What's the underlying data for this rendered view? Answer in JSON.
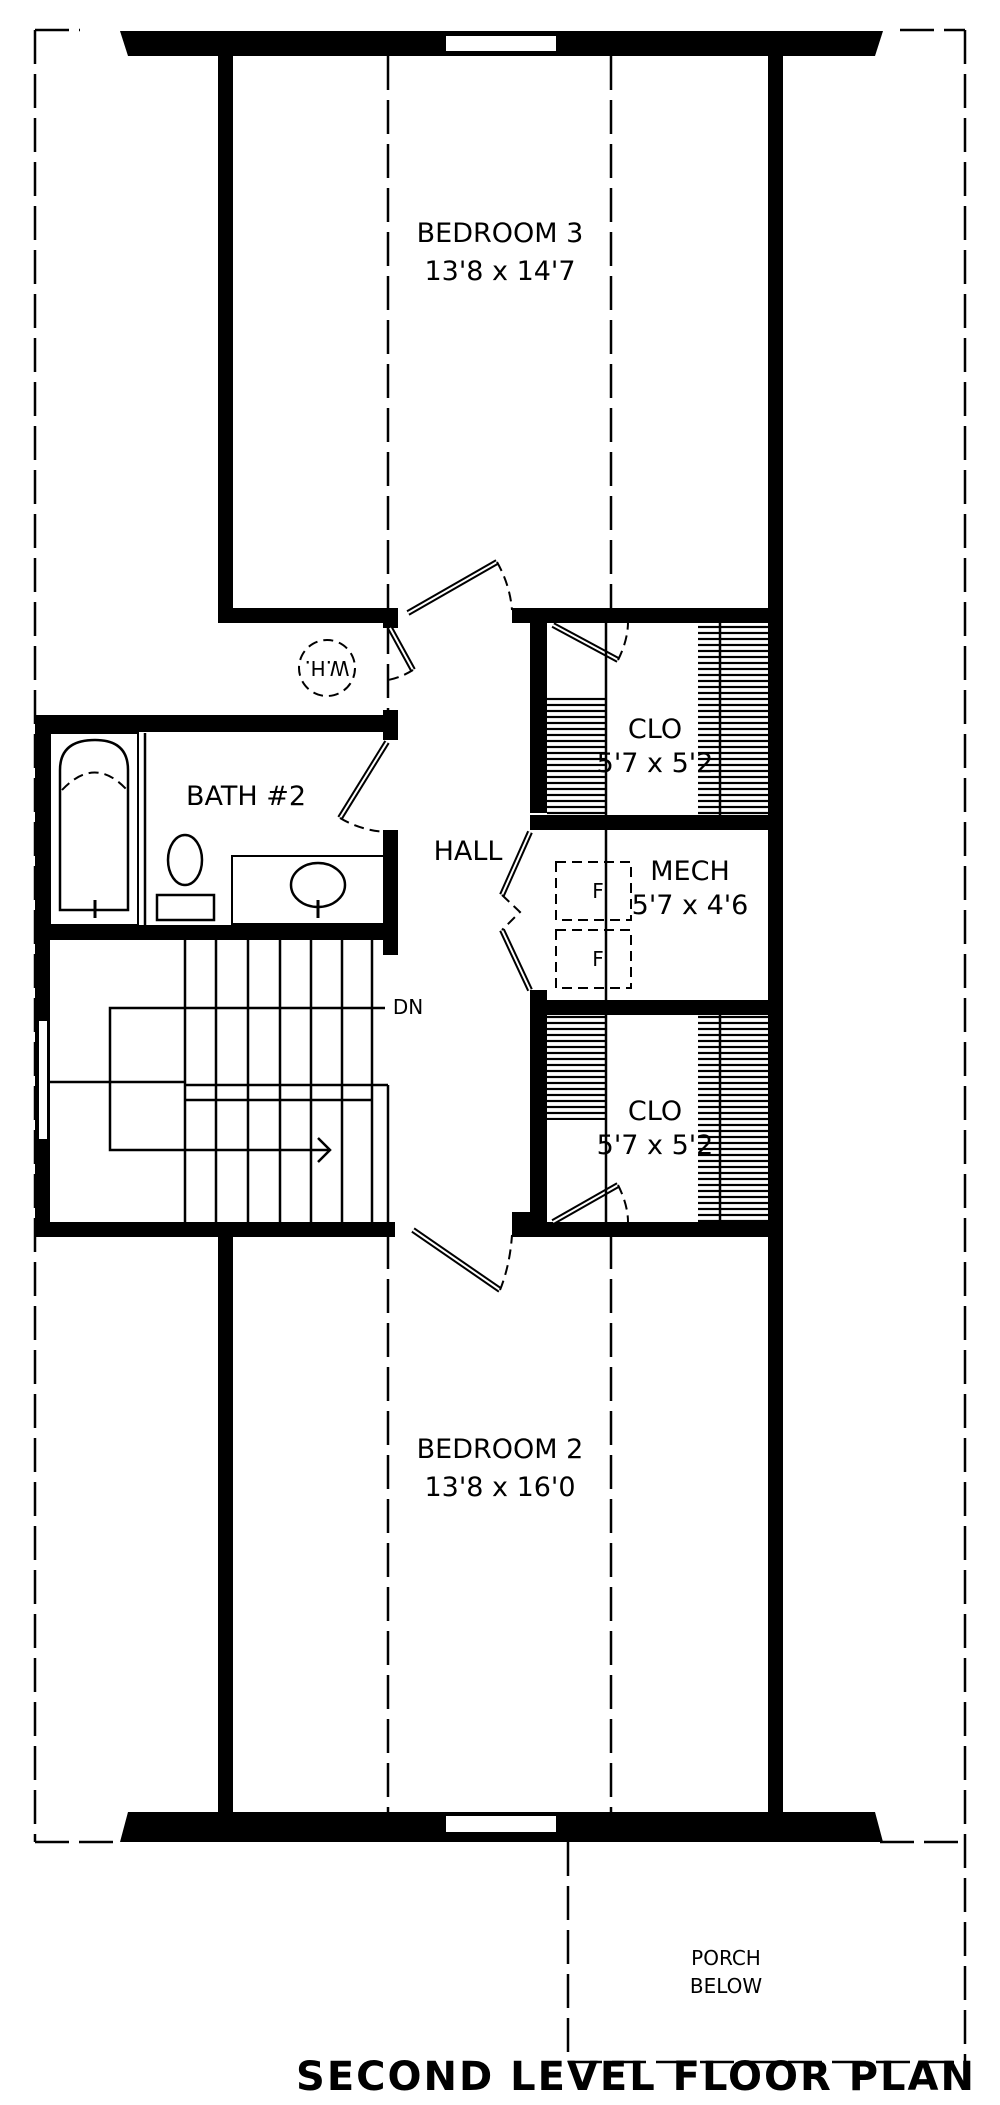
{
  "plan": {
    "title": "SECOND LEVEL FLOOR PLAN",
    "colors": {
      "ink": "#000000",
      "paper": "#ffffff"
    }
  },
  "rooms": {
    "bedroom3": {
      "name": "BEDROOM 3",
      "dims": "13'8 x 14'7"
    },
    "bedroom2": {
      "name": "BEDROOM 2",
      "dims": "13'8 x 16'0"
    },
    "bath2": {
      "name": "BATH #2"
    },
    "hall": {
      "name": "HALL"
    },
    "clo_upper": {
      "name": "CLO",
      "dims": "5'7 x 5'2"
    },
    "mech": {
      "name": "MECH",
      "dims": "5'7 x 4'6"
    },
    "clo_lower": {
      "name": "CLO",
      "dims": "5'7 x 5'2"
    },
    "porch": {
      "line1": "PORCH",
      "line2": "BELOW"
    }
  },
  "annotations": {
    "water_heater": "W.H.",
    "stairs_direction": "DN",
    "furnace_1": "F",
    "furnace_2": "F"
  }
}
